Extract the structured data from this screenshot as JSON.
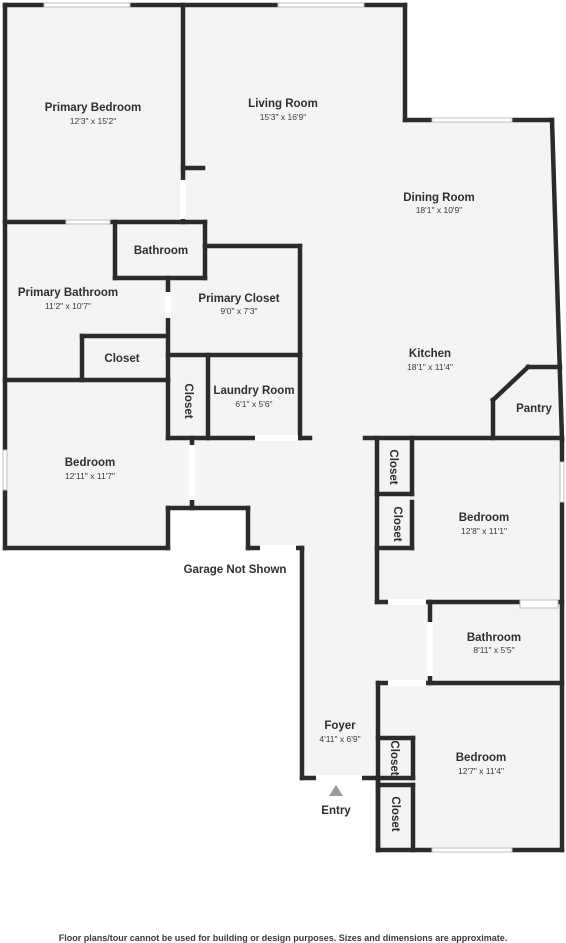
{
  "rooms": {
    "primary_bedroom": {
      "name": "Primary Bedroom",
      "dim": "12'3\" x 15'2\""
    },
    "living_room": {
      "name": "Living Room",
      "dim": "15'3\" x 16'9\""
    },
    "dining_room": {
      "name": "Dining Room",
      "dim": "18'1\" x 10'9\""
    },
    "bathroom_primary_wc": {
      "name": "Bathroom"
    },
    "primary_bathroom": {
      "name": "Primary Bathroom",
      "dim": "11'2\" x 10'7\""
    },
    "primary_closet": {
      "name": "Primary Closet",
      "dim": "9'0\" x 7'3\""
    },
    "closet_primary_bath": {
      "name": "Closet"
    },
    "kitchen": {
      "name": "Kitchen",
      "dim": "18'1\" x 11'4\""
    },
    "closet_laundry_side": {
      "name": "Closet"
    },
    "laundry_room": {
      "name": "Laundry Room",
      "dim": "6'1\" x 5'6\""
    },
    "pantry": {
      "name": "Pantry"
    },
    "bedroom_west": {
      "name": "Bedroom",
      "dim": "12'11\" x 11'7\""
    },
    "closet_east_1": {
      "name": "Closet"
    },
    "closet_east_2": {
      "name": "Closet"
    },
    "bedroom_east": {
      "name": "Bedroom",
      "dim": "12'8\" x 11'1\""
    },
    "bathroom_hall": {
      "name": "Bathroom",
      "dim": "8'11\" x 5'5\""
    },
    "foyer": {
      "name": "Foyer",
      "dim": "4'11\" x 6'9\""
    },
    "closet_foyer_1": {
      "name": "Closet"
    },
    "bedroom_south": {
      "name": "Bedroom",
      "dim": "12'7\" x 11'4\""
    },
    "closet_foyer_2": {
      "name": "Closet"
    }
  },
  "labels": {
    "garage": "Garage Not Shown",
    "entry": "Entry"
  },
  "disclaimer": "Floor plans/tour cannot be used for building or design purposes. Sizes and dimensions are approximate.",
  "colors": {
    "wall": "#2b2b2b",
    "floor": "#f4f4f4",
    "entry_arrow": "#9a9a9a"
  }
}
